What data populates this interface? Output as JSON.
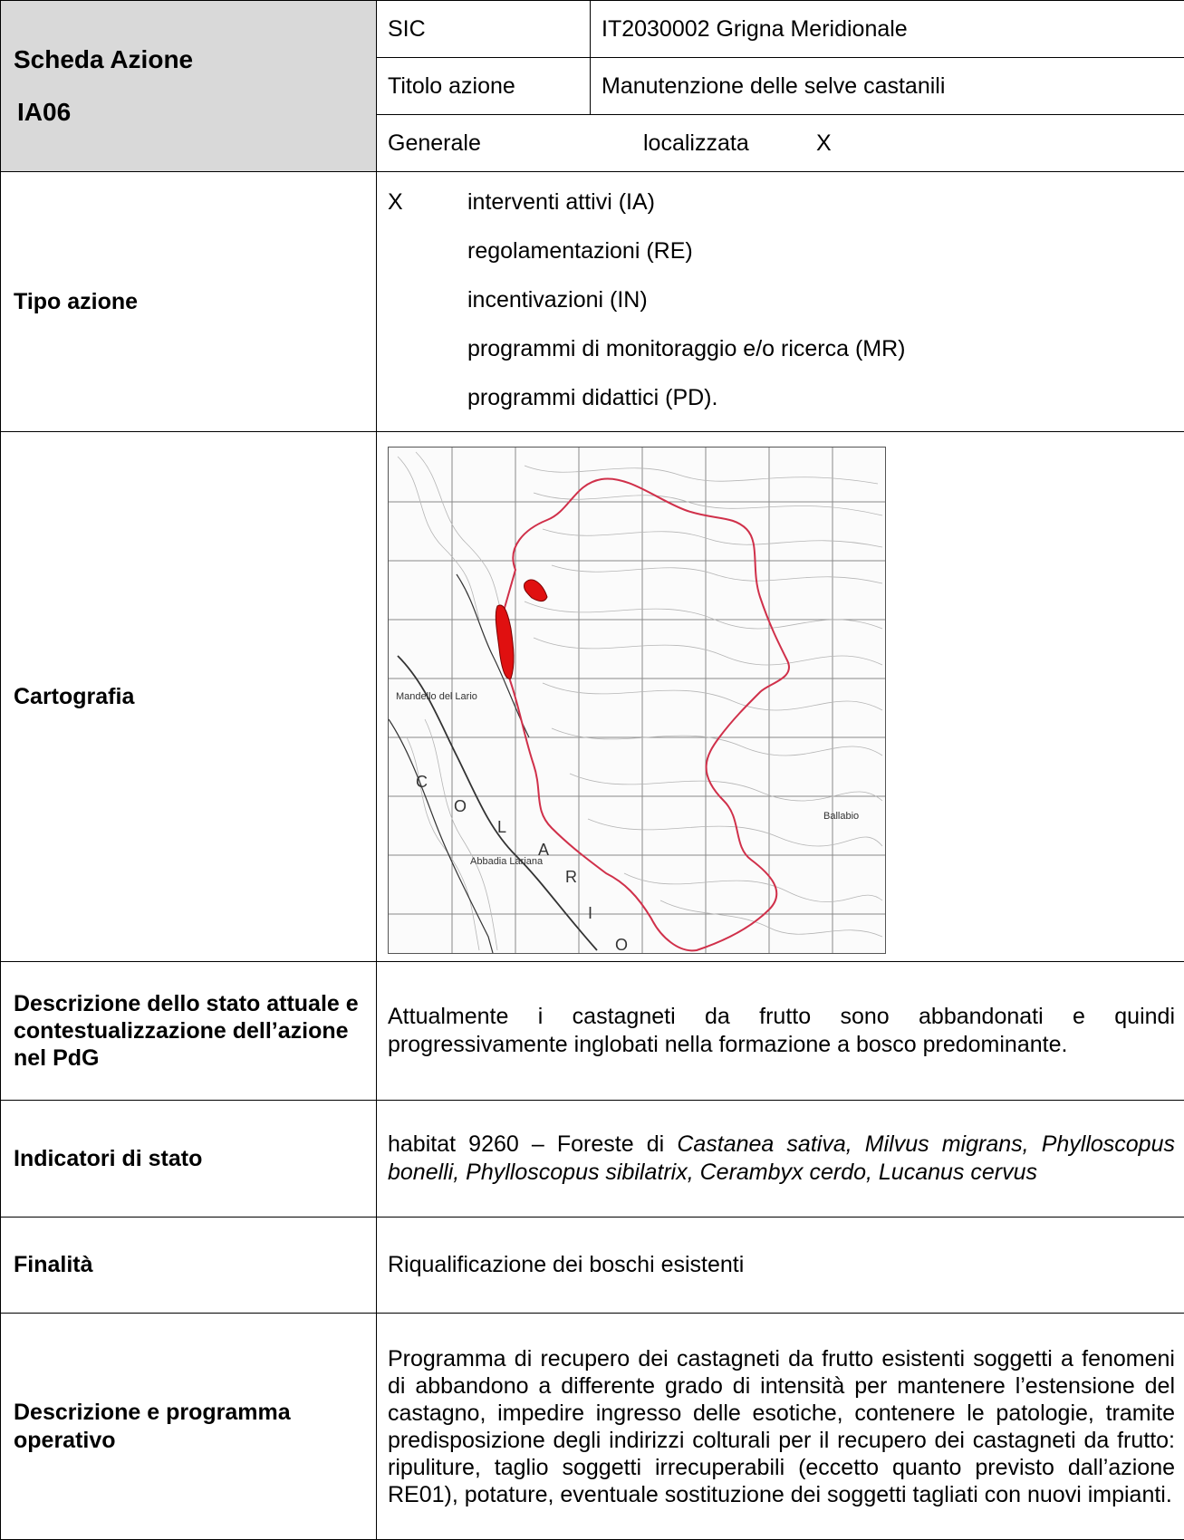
{
  "header": {
    "title": "Scheda Azione",
    "code": "IA06",
    "sic_label": "SIC",
    "sic_value": "IT2030002 Grigna Meridionale",
    "titolo_label": "Titolo azione",
    "titolo_value": "Manutenzione delle selve castanili",
    "generale_label": "Generale",
    "localizzata_label": "localizzata",
    "localizzata_mark": "X"
  },
  "tipo_azione": {
    "label": "Tipo azione",
    "options": [
      {
        "mark": "X",
        "text": "interventi attivi (IA)"
      },
      {
        "mark": "",
        "text": "regolamentazioni (RE)"
      },
      {
        "mark": "",
        "text": "incentivazioni (IN)"
      },
      {
        "mark": "",
        "text": "programmi di monitoraggio e/o ricerca (MR)"
      },
      {
        "mark": "",
        "text": "programmi didattici (PD)."
      }
    ]
  },
  "cartografia": {
    "label": "Cartografia",
    "map_labels": [
      "C",
      "O",
      "L",
      "A",
      "R",
      "I",
      "O",
      "Mandello del Lario",
      "Abbadia Lariana",
      "Ballabio"
    ],
    "colors": {
      "boundary": "#d0304a",
      "area": "#e01010",
      "lines": "#9a9a9a"
    }
  },
  "stato_attuale": {
    "label": "Descrizione dello stato attuale e contestualizzazione dell’azione nel PdG",
    "text": "Attualmente i castagneti da frutto sono abbandonati e quindi progressivamente inglobati nella formazione a bosco predominante."
  },
  "indicatori": {
    "label": "Indicatori di stato",
    "text_plain": "habitat 9260 – Foreste di ",
    "text_italic": "Castanea sativa, Milvus migrans, Phylloscopus bonelli, Phylloscopus sibilatrix, Cerambyx cerdo, Lucanus cervus"
  },
  "finalita": {
    "label": "Finalità",
    "text": "Riqualificazione dei boschi esistenti"
  },
  "programma": {
    "label": "Descrizione e programma operativo",
    "text": "Programma di recupero dei castagneti da frutto esistenti soggetti a fenomeni di abbandono a differente grado di intensità per mantenere l’estensione del castagno, impedire ingresso delle esotiche, contenere le patologie, tramite predisposizione degli indirizzi colturali per il recupero dei castagneti da frutto: ripuliture, taglio soggetti irrecuperabili (eccetto quanto previsto dall’azione RE01), potature, eventuale sostituzione dei soggetti tagliati con nuovi impianti."
  }
}
